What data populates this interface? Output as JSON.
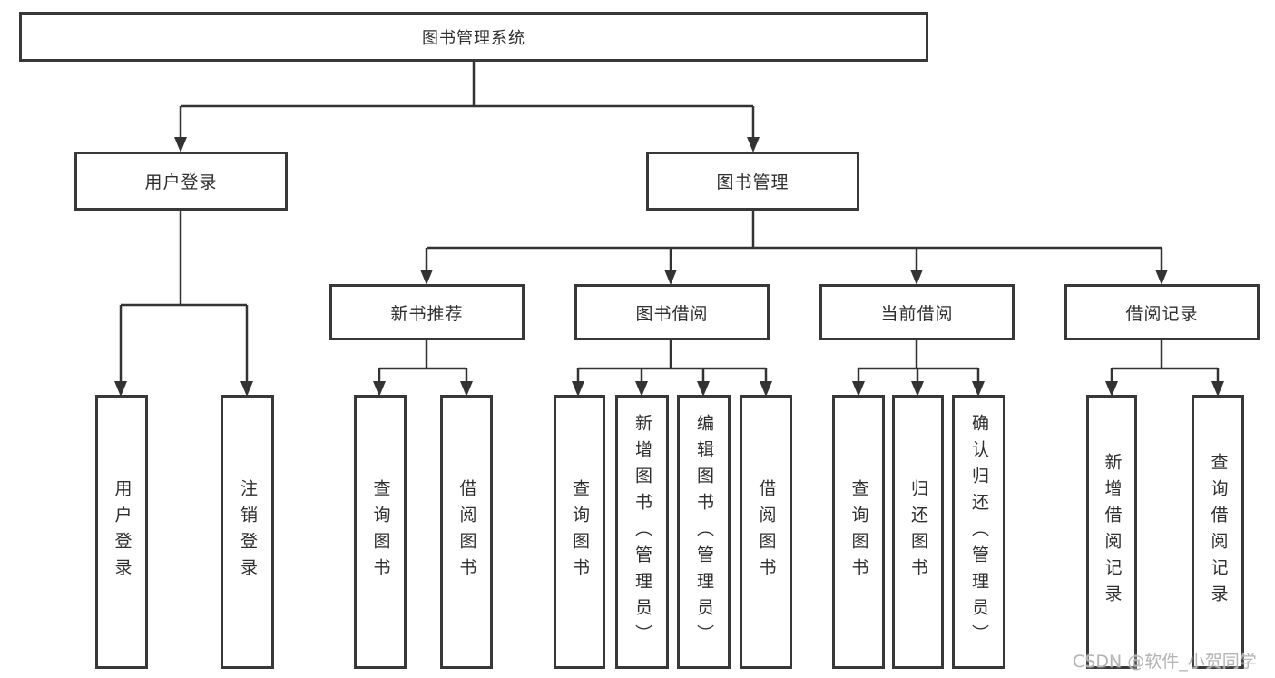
{
  "diagram": {
    "type": "hierarchy-tree",
    "background_color": "#ffffff",
    "line_color": "#333333",
    "box_border_color": "#383838",
    "text_color": "#2f2f2f",
    "watermark_color": "#b4b4b4"
  },
  "boxes": {
    "root": "图书管理系统",
    "user_login": "用户登录",
    "book_mgmt": "图书管理",
    "new_book_rec": "新书推荐",
    "book_borrow": "图书借阅",
    "current_borrow": "当前借阅",
    "borrow_record": "借阅记录",
    "leaf_user_login": "用户登录",
    "leaf_logout": "注销登录",
    "leaf_nbr_query": "查询图书",
    "leaf_nbr_borrow": "借阅图书",
    "leaf_bb_query": "查询图书",
    "leaf_bb_add": "新增图书（管理员）",
    "leaf_bb_edit": "编辑图书（管理员）",
    "leaf_bb_borrow": "借阅图书",
    "leaf_cb_query": "查询图书",
    "leaf_cb_return": "归还图书",
    "leaf_cb_confirm": "确认归还（管理员）",
    "leaf_br_add": "新增借阅记录",
    "leaf_br_query": "查询借阅记录"
  },
  "watermark": "CSDN @软件_小贺同学"
}
